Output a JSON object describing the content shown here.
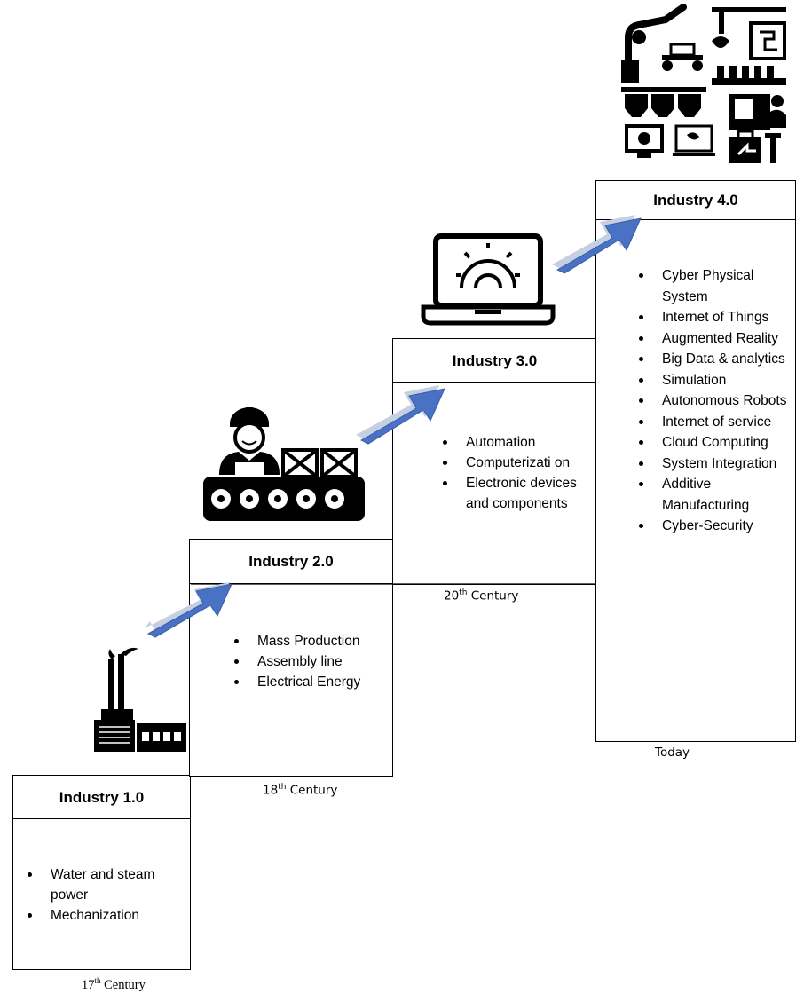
{
  "stages": [
    {
      "title": "Industry 1.0",
      "items": [
        "Water and steam power",
        "Mechanization"
      ],
      "era": {
        "prefix": "17",
        "sup": "th",
        "suffix": " Century"
      }
    },
    {
      "title": "Industry 2.0",
      "items": [
        "Mass Production",
        "Assembly line",
        "Electrical Energy"
      ],
      "era": {
        "prefix": "18",
        "sup": "th",
        "suffix": " Century"
      }
    },
    {
      "title": "Industry 3.0",
      "items": [
        "Automation",
        "Computerizati on",
        "Electronic devices and components"
      ],
      "era": {
        "prefix": "20",
        "sup": "th",
        "suffix": " Century"
      }
    },
    {
      "title": "Industry 4.0",
      "items": [
        "Cyber Physical System",
        "Internet of Things",
        "Augmented Reality",
        "Big Data & analytics",
        "Simulation",
        "Autonomous Robots",
        "Internet of service",
        "Cloud Computing",
        "System Integration",
        "Additive Manufacturing",
        "Cyber-Security"
      ],
      "era": {
        "prefix": "",
        "sup": "",
        "suffix": "Today"
      }
    }
  ],
  "icons": {
    "stage1": "factory-icon",
    "stage2": "worker-conveyor-icon",
    "stage3": "laptop-gear-icon",
    "stage4": "smart-factory-collage-icon"
  },
  "colors": {
    "arrow_fill": "#4a72c4",
    "arrow_edge": "#c5cfe2"
  }
}
